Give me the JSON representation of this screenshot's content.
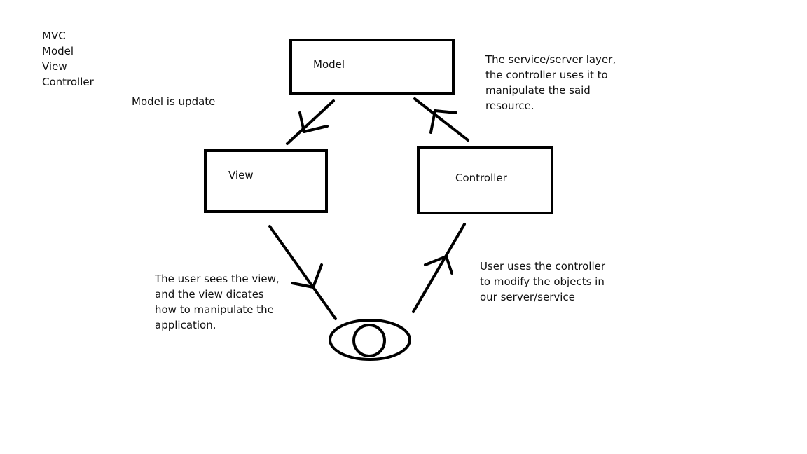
{
  "legend": {
    "lines": [
      "MVC",
      "Model",
      "View",
      "Controller"
    ]
  },
  "diagram": {
    "model_label": "Model",
    "view_label": "View",
    "controller_label": "Controller",
    "model_update_note": "Model is update",
    "model_note": [
      "The service/server layer,",
      "the controller uses it to",
      "manipulate the said",
      "resource."
    ],
    "view_note": [
      "The user sees the view,",
      "and the view dicates",
      "how to manipulate the",
      "application."
    ],
    "controller_note": [
      "User uses the controller",
      "to modify the objects in",
      "our server/service"
    ]
  },
  "colors": {
    "stroke": "#000000",
    "text": "#111111",
    "background": "#ffffff"
  },
  "icons": [
    "eye-icon",
    "arrow-icon"
  ]
}
